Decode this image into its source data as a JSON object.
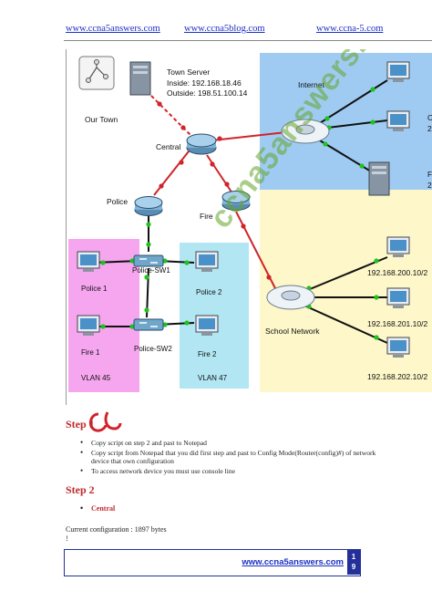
{
  "header": {
    "links": [
      "www.ccna5answers.com",
      "www.ccna5blog.com",
      "www.ccna-5.com"
    ]
  },
  "diagram": {
    "town_server": {
      "name": "Town Server",
      "inside": "Inside: 192.168.18.46",
      "outside": "Outside: 198.51.100.14"
    },
    "labels": {
      "internet": "Internet",
      "our_town": "Our Town",
      "central": "Central",
      "police": "Police",
      "fire": "Fire",
      "police_sw1": "Police-SW1",
      "police_sw2": "Police-SW2",
      "police1": "Police 1",
      "police2": "Police 2",
      "fire1": "Fire 1",
      "fire2": "Fire 2",
      "vlan45": "VLAN 45",
      "vlan47": "VLAN 47",
      "school_network": "School Network",
      "net1": "192.168.200.10/2",
      "net2": "192.168.201.10/2",
      "net3": "192.168.202.10/2",
      "right_c": "C",
      "right_2a": "2",
      "right_f": "F",
      "right_2b": "2"
    },
    "watermark": "ccna5answers.com"
  },
  "step1": {
    "title": "Step 1",
    "bullets": [
      "Copy script on step 2 and past to Notepad",
      "Copy script from Notepad that you did first step and past to Config Mode(Router(config)#)  of network device that own configuration",
      "To access network device you must use console line"
    ]
  },
  "step2": {
    "title": "Step 2",
    "item": "Central"
  },
  "config": {
    "line1": "Current configuration : 1897 bytes",
    "line2": "!"
  },
  "footer": {
    "url": "www.ccna5answers.com",
    "page_top": "1",
    "page_bottom": "9"
  },
  "colors": {
    "link_blue": "#1b2fc4",
    "step_red": "#c0292b",
    "internet_bg": "#9fcbf2",
    "school_bg": "#fdf7c9",
    "vlan45_bg": "#f6a6ee",
    "vlan47_bg": "#b3e6f3",
    "link_red": "#d1232a",
    "watermark_green": "#64a528"
  }
}
